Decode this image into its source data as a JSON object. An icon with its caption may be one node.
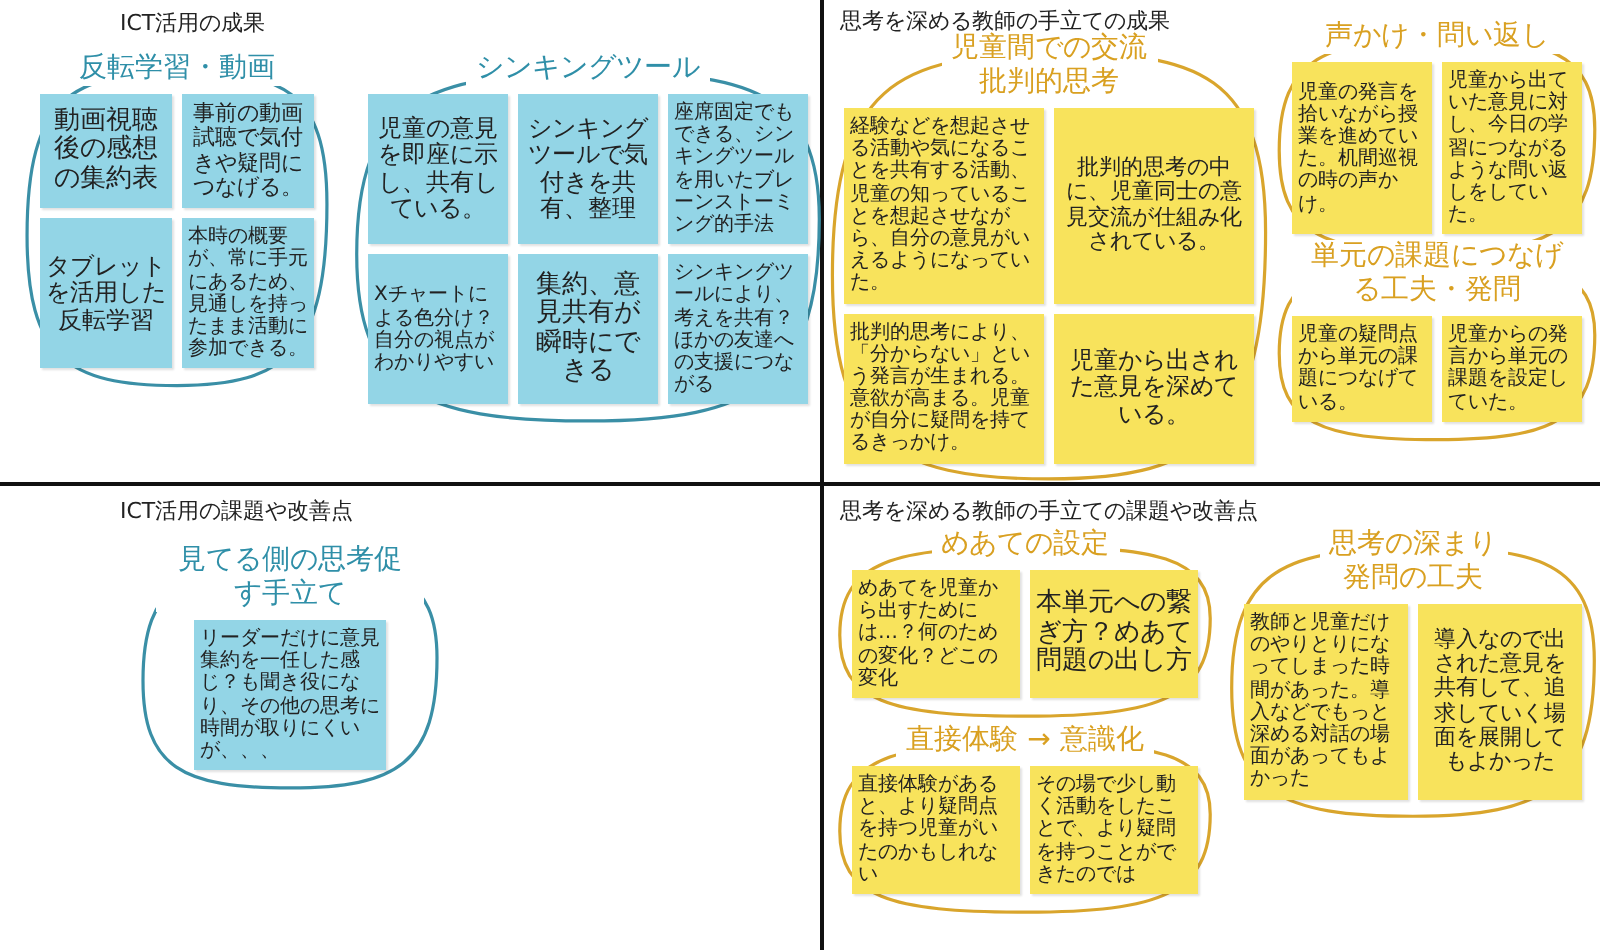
{
  "diagram": {
    "nodes": [
      {
        "text": [
          "反転学習・動画"
        ]
      },
      {
        "text": [
          "動画視聴後の感想の集約表"
        ],
        "in": 0
      },
      {
        "text": [
          "事前の動画試聴で気付きや疑問につなげる。"
        ],
        "in": 0
      },
      {
        "text": [
          "タブレットを活用した反転学習"
        ],
        "in": 0
      },
      {
        "text": [
          "本時の概要が、常に手元にあるため、見通しを持ったまま活動に参加できる。"
        ],
        "in": 0
      },
      {
        "text": [
          "シンキングツール"
        ]
      },
      {
        "text": [
          "児童の意見を即座に示し、共有している。"
        ],
        "in": 5
      },
      {
        "text": [
          "シンキングツールで気付きを共有、整理"
        ],
        "in": 5
      },
      {
        "text": [
          "座席固定でもできる、シンキングツールを用いたブレーンストーミング的手法"
        ],
        "in": 5
      },
      {
        "text": [
          "Xチャートによる色分け？自分の視点がわかりやすい"
        ],
        "in": 5
      },
      {
        "text": [
          "集約、意見共有が瞬時にできる"
        ],
        "in": 5
      },
      {
        "text": [
          "シンキングツールにより、考えを共有？ほかの友達への支援につながる"
        ],
        "in": 5
      },
      {
        "text": [
          "児童間での交流",
          "批判的思考"
        ]
      },
      {
        "text": [
          "経験などを想起させる活動や気になることを共有する活動、児童の知っていることを想起させながら、自分の意見がいえるようになっていた。"
        ],
        "in": 12
      },
      {
        "text": [
          "批判的思考の中に、児童同士の意見交流が仕組み化されている。"
        ],
        "in": 12
      },
      {
        "text": [
          "批判的思考により、「分からない」という発言が生まれる。意欲が高まる。児童が自分に疑問を持てるきっかけ。"
        ],
        "in": 12
      },
      {
        "text": [
          "児童から出された意見を深めている。"
        ],
        "in": 12
      },
      {
        "text": [
          "声かけ・問い返し"
        ]
      },
      {
        "text": [
          "児童の発言を拾いながら授業を進めていた。机間巡視の時の声かけ。"
        ],
        "in": 17
      },
      {
        "text": [
          "児童から出ていた意見に対し、今日の学習につながるような問い返しをしていた。"
        ],
        "in": 17
      },
      {
        "text": [
          "単元の課題につなげる工夫・発問"
        ]
      },
      {
        "text": [
          "児童の疑問点から単元の課題につなげている。"
        ],
        "in": 20
      },
      {
        "text": [
          "児童からの発言から単元の課題を設定していた。"
        ],
        "in": 20
      },
      {
        "text": [
          "見てる側の思考促す手立て"
        ]
      },
      {
        "text": [
          "リーダーだけに意見集約を一任した感じ？も聞き役になり、その他の思考に時間が取りにくいが、、、"
        ],
        "in": 23
      },
      {
        "text": [
          "めあての設定"
        ]
      },
      {
        "text": [
          "めあてを児童から出すためには…？何のための変化？どこの変化"
        ],
        "in": 25
      },
      {
        "text": [
          "本単元への繋ぎ方？めあて問題の出し方"
        ],
        "in": 25
      },
      {
        "text": [
          "思考の深まり",
          "発問の工夫"
        ]
      },
      {
        "text": [
          "教師と児童だけのやりとりになってしまった時間があった。導入などでもっと深める対話の場面があってもよかった"
        ],
        "in": 28
      },
      {
        "text": [
          "導入なので出された意見を共有して、追求していく場面を展開してもよかった"
        ],
        "in": 28
      },
      {
        "text": [
          "直接体験 → 意識化"
        ]
      },
      {
        "text": [
          "直接体験があると、より疑問点を持つ児童がいたのかもしれない"
        ],
        "in": 31
      },
      {
        "text": [
          "その場で少し動く活動をしたことで、より疑問を持つことができたのでは"
        ],
        "in": 31
      }
    ],
    "labels": [
      "ICT活用の成果",
      "思考を深める教師の手立ての成果",
      "ICT活用の課題や改善点",
      "思考を深める教師の手立ての課題や改善点"
    ]
  }
}
